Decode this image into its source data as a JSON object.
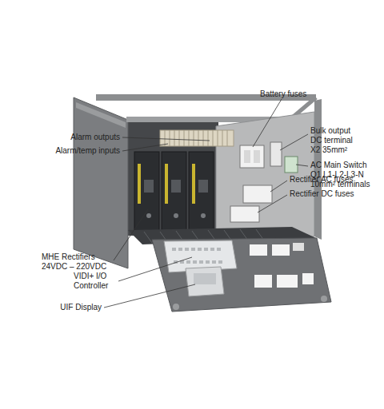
{
  "diagram": {
    "labels": [
      "Battery fuses",
      "Bulk output DC terminal X2 35mm²",
      "Alarm outputs",
      "Alarm/temp inputs",
      "AC Main Switch Q1 L1-L2-L3-N 10mm² terminals",
      "Rectifier AC fuses",
      "Rectifier DC fuses",
      "MHE Rectifiers 24VDC – 220VDC",
      "VIDI+ I/O Controller",
      "UIF Display"
    ]
  }
}
